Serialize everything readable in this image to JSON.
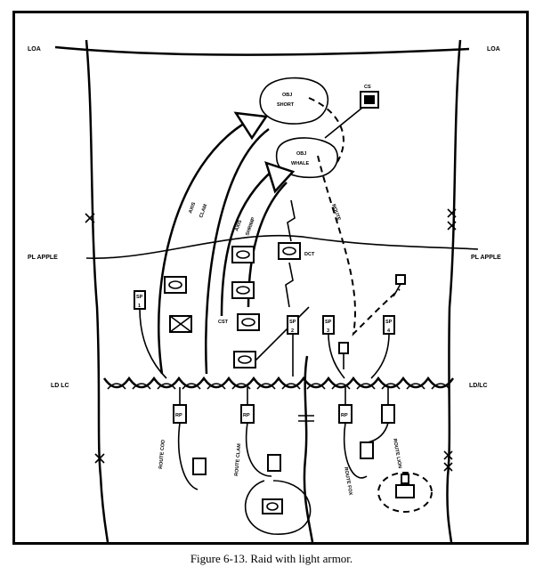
{
  "caption": "Figure 6-13.  Raid with light armor.",
  "labels": {
    "loa_left": "LOA",
    "loa_right": "LOA",
    "pl_left": "PL APPLE",
    "pl_right": "PL APPLE",
    "ld_left": "LD LC",
    "ld_right": "LD/LC",
    "obj_short": "OBJ\nSHORT",
    "obj_whale": "OBJ\nWHALE",
    "axis_clam": "AXIS\nCLAM",
    "axis_shrimp": "AXIS\nSHRIMP",
    "dct": "DCT",
    "cs": "CS",
    "cst": "CST",
    "route_cod": "ROUTE COD",
    "route_clam": "ROUTE CLAM",
    "route_fox": "ROUTE\nFOX",
    "route_lion": "ROUTE\nLION",
    "route_dashed": "ROUTE",
    "sp_1": "SP",
    "sp_2": "SP",
    "sp_3": "SP",
    "sp_4": "SP",
    "rp_1": "RP",
    "rp_2": "RP",
    "rp_3": "RP",
    "num_1": "1",
    "num_2": "2",
    "num_3": "3",
    "num_4": "4"
  },
  "colors": {
    "ink": "#000000",
    "paper": "#ffffff"
  }
}
